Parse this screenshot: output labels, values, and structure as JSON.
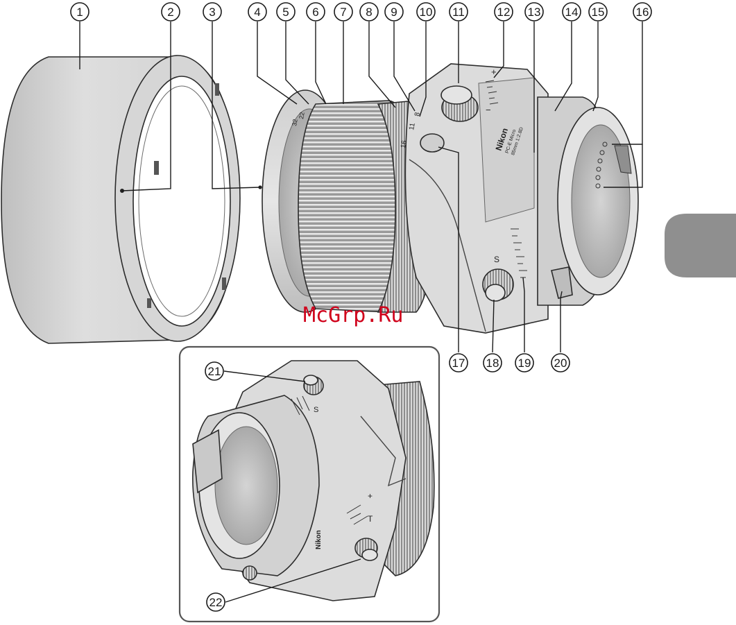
{
  "watermark": "McGrp.Ru",
  "lens_markings": {
    "brand": "Nikon",
    "scale_plus": "+",
    "scale_minus": "−",
    "shift_letter": "S",
    "tilt_letter": "T",
    "aperture_values": [
      "32",
      "22",
      "16",
      "11",
      "8"
    ],
    "model_line_1": "PC-E Micro",
    "model_line_2": "85mm 1:2.8D"
  },
  "callouts": [
    {
      "n": "1"
    },
    {
      "n": "2"
    },
    {
      "n": "3"
    },
    {
      "n": "4"
    },
    {
      "n": "5"
    },
    {
      "n": "6"
    },
    {
      "n": "7"
    },
    {
      "n": "8"
    },
    {
      "n": "9"
    },
    {
      "n": "10"
    },
    {
      "n": "11"
    },
    {
      "n": "12"
    },
    {
      "n": "13"
    },
    {
      "n": "14"
    },
    {
      "n": "15"
    },
    {
      "n": "16"
    },
    {
      "n": "17"
    },
    {
      "n": "18"
    },
    {
      "n": "19"
    },
    {
      "n": "20"
    },
    {
      "n": "21"
    },
    {
      "n": "22"
    }
  ],
  "colors": {
    "body": "#dcdcdc",
    "shade": "#b9b9b9",
    "dark": "#8a8a8a",
    "tab": "#8f8f8f",
    "watermark": "#d0011b"
  }
}
